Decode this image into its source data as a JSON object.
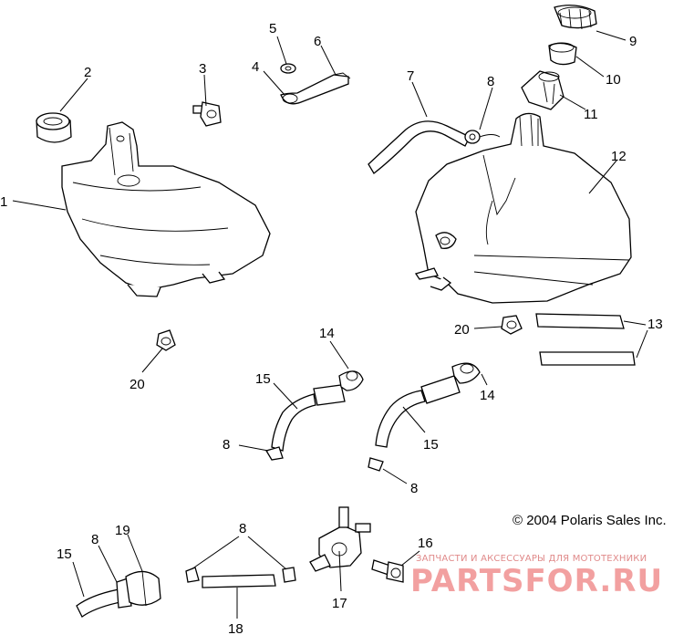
{
  "callouts": [
    {
      "label": "1"
    },
    {
      "label": "2"
    },
    {
      "label": "3"
    },
    {
      "label": "4"
    },
    {
      "label": "5"
    },
    {
      "label": "6"
    },
    {
      "label": "7"
    },
    {
      "label": "8"
    },
    {
      "label": "9"
    },
    {
      "label": "10"
    },
    {
      "label": "11"
    },
    {
      "label": "12"
    },
    {
      "label": "13"
    },
    {
      "label": "20"
    },
    {
      "label": "20"
    },
    {
      "label": "14"
    },
    {
      "label": "15"
    },
    {
      "label": "8"
    },
    {
      "label": "14"
    },
    {
      "label": "15"
    },
    {
      "label": "8"
    },
    {
      "label": "15"
    },
    {
      "label": "8"
    },
    {
      "label": "19"
    },
    {
      "label": "8"
    },
    {
      "label": "18"
    },
    {
      "label": "17"
    },
    {
      "label": "16"
    }
  ],
  "copyright": "© 2004 Polaris Sales Inc.",
  "watermark": {
    "caption": "ЗАПЧАСТИ И АКСЕССУАРЫ ДЛЯ МОТОТЕХНИКИ",
    "brand": "PARTSFOR.RU"
  },
  "colors": {
    "ink": "#000000",
    "background": "#ffffff",
    "watermark": "#f2a0a0"
  }
}
